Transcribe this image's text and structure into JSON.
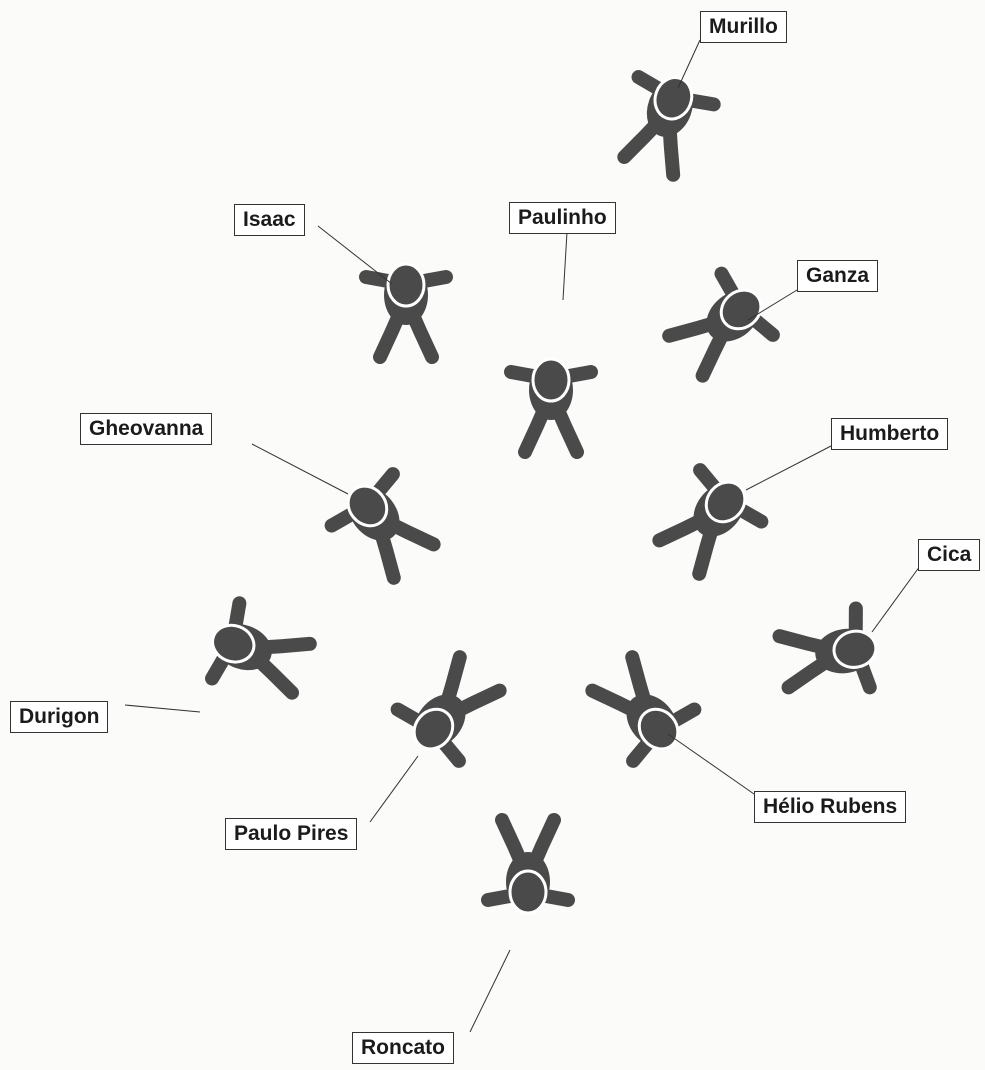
{
  "colors": {
    "figure": "#4a4a4a",
    "outline": "#ffffff",
    "leader": "#333333",
    "background": "#fbfbf9"
  },
  "labels": {
    "murillo": "Murillo",
    "isaac": "Isaac",
    "paulinho": "Paulinho",
    "ganza": "Ganza",
    "gheovanna": "Gheovanna",
    "humberto": "Humberto",
    "cica": "Cica",
    "durigon": "Durigon",
    "helio_rubens": "Hélio Rubens",
    "paulo_pires": "Paulo Pires",
    "roncato": "Roncato"
  }
}
